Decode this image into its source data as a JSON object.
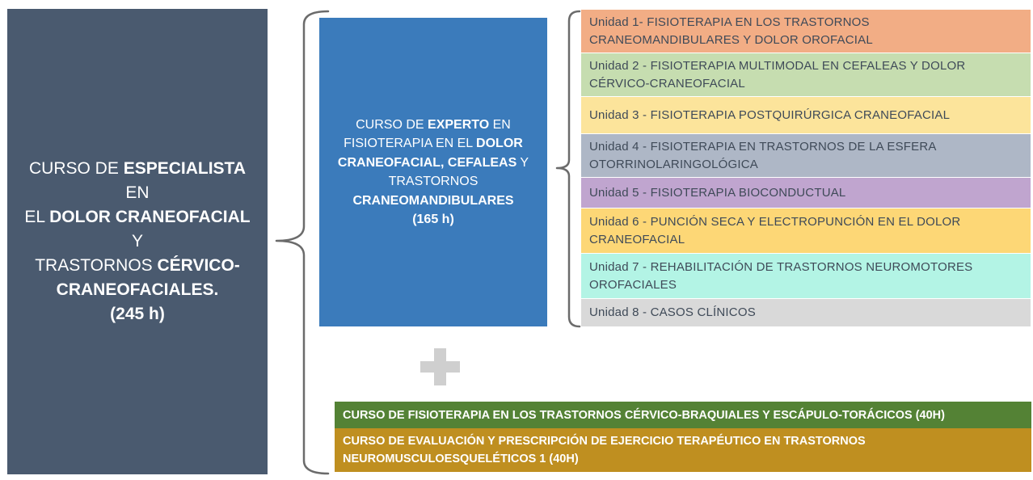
{
  "specialist_course": {
    "line1_pre": "CURSO DE ",
    "line1_bold": "ESPECIALISTA",
    "line1_post": " EN",
    "line2_pre": "EL ",
    "line2_bold": "DOLOR CRANEOFACIAL",
    "line2_post": " Y",
    "line3_pre": "TRASTORNOS ",
    "line3_bold": "CÉRVICO-",
    "line4_bold": "CRANEOFACIALES.",
    "hours": "(245 h)"
  },
  "expert_course": {
    "line1_pre": "CURSO DE ",
    "line1_bold": "EXPERTO",
    "line1_post": " EN",
    "line2_pre": "FISIOTERAPIA EN EL ",
    "line2_bold": "DOLOR",
    "line3_bold": "CRANEOFACIAL, CEFALEAS",
    "line3_post": " Y",
    "line4": "TRASTORNOS",
    "line5_bold": "CRANEOMANDIBULARES",
    "hours": "(165 h)"
  },
  "units": [
    {
      "label": "Unidad 1- FISIOTERAPIA EN LOS TRASTORNOS CRANEOMANDIBULARES Y DOLOR OROFACIAL",
      "color": "#f2ad85"
    },
    {
      "label": "Unidad 2 - FISIOTERAPIA MULTIMODAL EN CEFALEAS Y DOLOR CÉRVICO-CRANEOFACIAL",
      "color": "#c6ddb0"
    },
    {
      "label": "Unidad 3 - FISIOTERAPIA POSTQUIRÚRGICA CRANEOFACIAL",
      "color": "#fce49b"
    },
    {
      "label": "Unidad 4 - FISIOTERAPIA EN TRASTORNOS DE LA ESFERA OTORRINOLARINGOLÓGICA",
      "color": "#aeb7c6"
    },
    {
      "label": "Unidad 5 - FISIOTERAPIA BIOCONDUCTUAL",
      "color": "#c0a5cf"
    },
    {
      "label": "Unidad 6 - PUNCIÓN SECA Y ELECTROPUNCIÓN EN EL DOLOR CRANEOFACIAL",
      "color": "#fdd776"
    },
    {
      "label": "Unidad 7 - REHABILITACIÓN DE TRASTORNOS NEUROMOTORES OROFACIALES",
      "color": "#b3f4e5"
    },
    {
      "label": "Unidad 8 - CASOS CLÍNICOS",
      "color": "#d9d9d9"
    }
  ],
  "extra_courses": [
    {
      "label": "CURSO DE FISIOTERAPIA EN LOS TRASTORNOS CÉRVICO-BRAQUIALES Y ESCÁPULO-TORÁCICOS (40H)",
      "color": "#548235"
    },
    {
      "label": "CURSO DE EVALUACIÓN Y PRESCRIPCIÓN DE EJERCICIO TERAPÉUTICO EN TRASTORNOS NEUROMUSCULOESQUELÉTICOS 1 (40H)",
      "color": "#bf8f20"
    }
  ],
  "plus_icon": "plus-icon"
}
